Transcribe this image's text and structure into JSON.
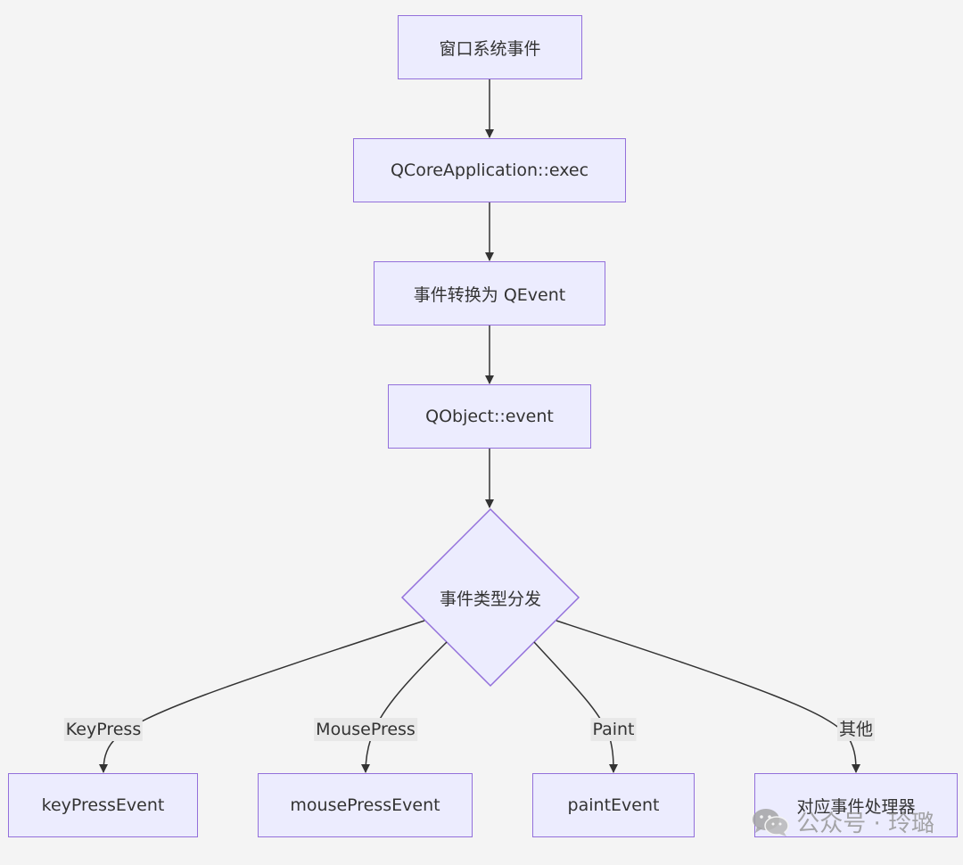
{
  "nodes": {
    "window_events": "窗口系统事件",
    "qcore_exec": "QCoreApplication::exec",
    "convert_qevent": "事件转换为 QEvent",
    "qobject_event": "QObject::event",
    "dispatch": "事件类型分发",
    "key_press_event": "keyPressEvent",
    "mouse_press_event": "mousePressEvent",
    "paint_event": "paintEvent",
    "other_handler": "对应事件处理器"
  },
  "edge_labels": {
    "key_press": "KeyPress",
    "mouse_press": "MousePress",
    "paint": "Paint",
    "other": "其他"
  },
  "watermark": {
    "text": "公众号 · 玲璐",
    "icon": "wechat-icon"
  },
  "colors": {
    "node_fill": "#ececfe",
    "node_border": "#9370db",
    "edge": "#333333",
    "background": "#f4f4f4"
  }
}
